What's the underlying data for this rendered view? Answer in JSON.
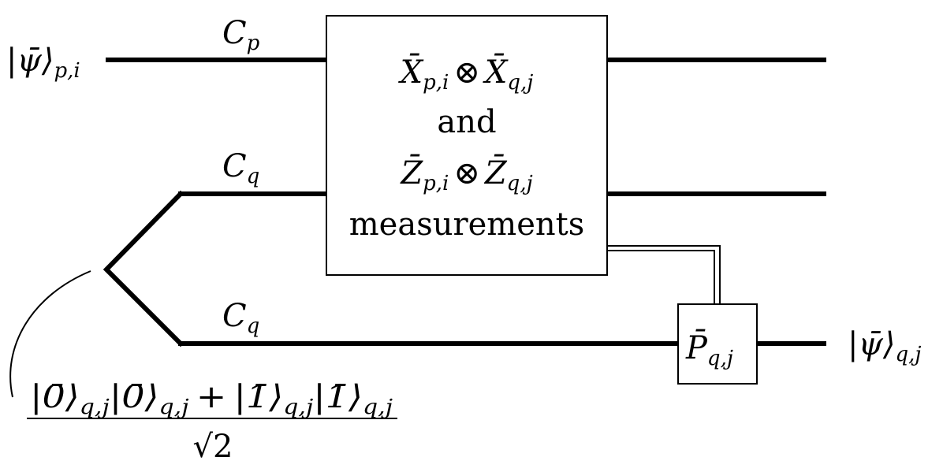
{
  "input_state": {
    "ket": "|ψ̄⟩",
    "sub": "p,i"
  },
  "output_state": {
    "ket": "|ψ̄⟩",
    "sub": "q,j"
  },
  "wire_labels": {
    "top": {
      "main": "C",
      "sub": "p"
    },
    "middle": {
      "main": "C",
      "sub": "q"
    },
    "bottom": {
      "main": "C",
      "sub": "q"
    }
  },
  "measurement_box": {
    "line1": {
      "a": "X̄",
      "a_sub": "p,i",
      "op": "⊗",
      "b": "X̄",
      "b_sub": "q,j"
    },
    "line2": "and",
    "line3": {
      "a": "Z̄",
      "a_sub": "p,i",
      "op": "⊗",
      "b": "Z̄",
      "b_sub": "q,j"
    },
    "line4": "measurements"
  },
  "correction_box": {
    "main": "P̄",
    "sub": "q,j"
  },
  "bell_state": {
    "numerator": [
      {
        "ket": "|0̄⟩",
        "sub": "q,j"
      },
      {
        "ket": "|0̄⟩",
        "sub": "q,j"
      },
      {
        "op": "+"
      },
      {
        "ket": "|1̄⟩",
        "sub": "q,j"
      },
      {
        "ket": "|1̄⟩",
        "sub": "q,j"
      }
    ],
    "denominator": "√2"
  }
}
